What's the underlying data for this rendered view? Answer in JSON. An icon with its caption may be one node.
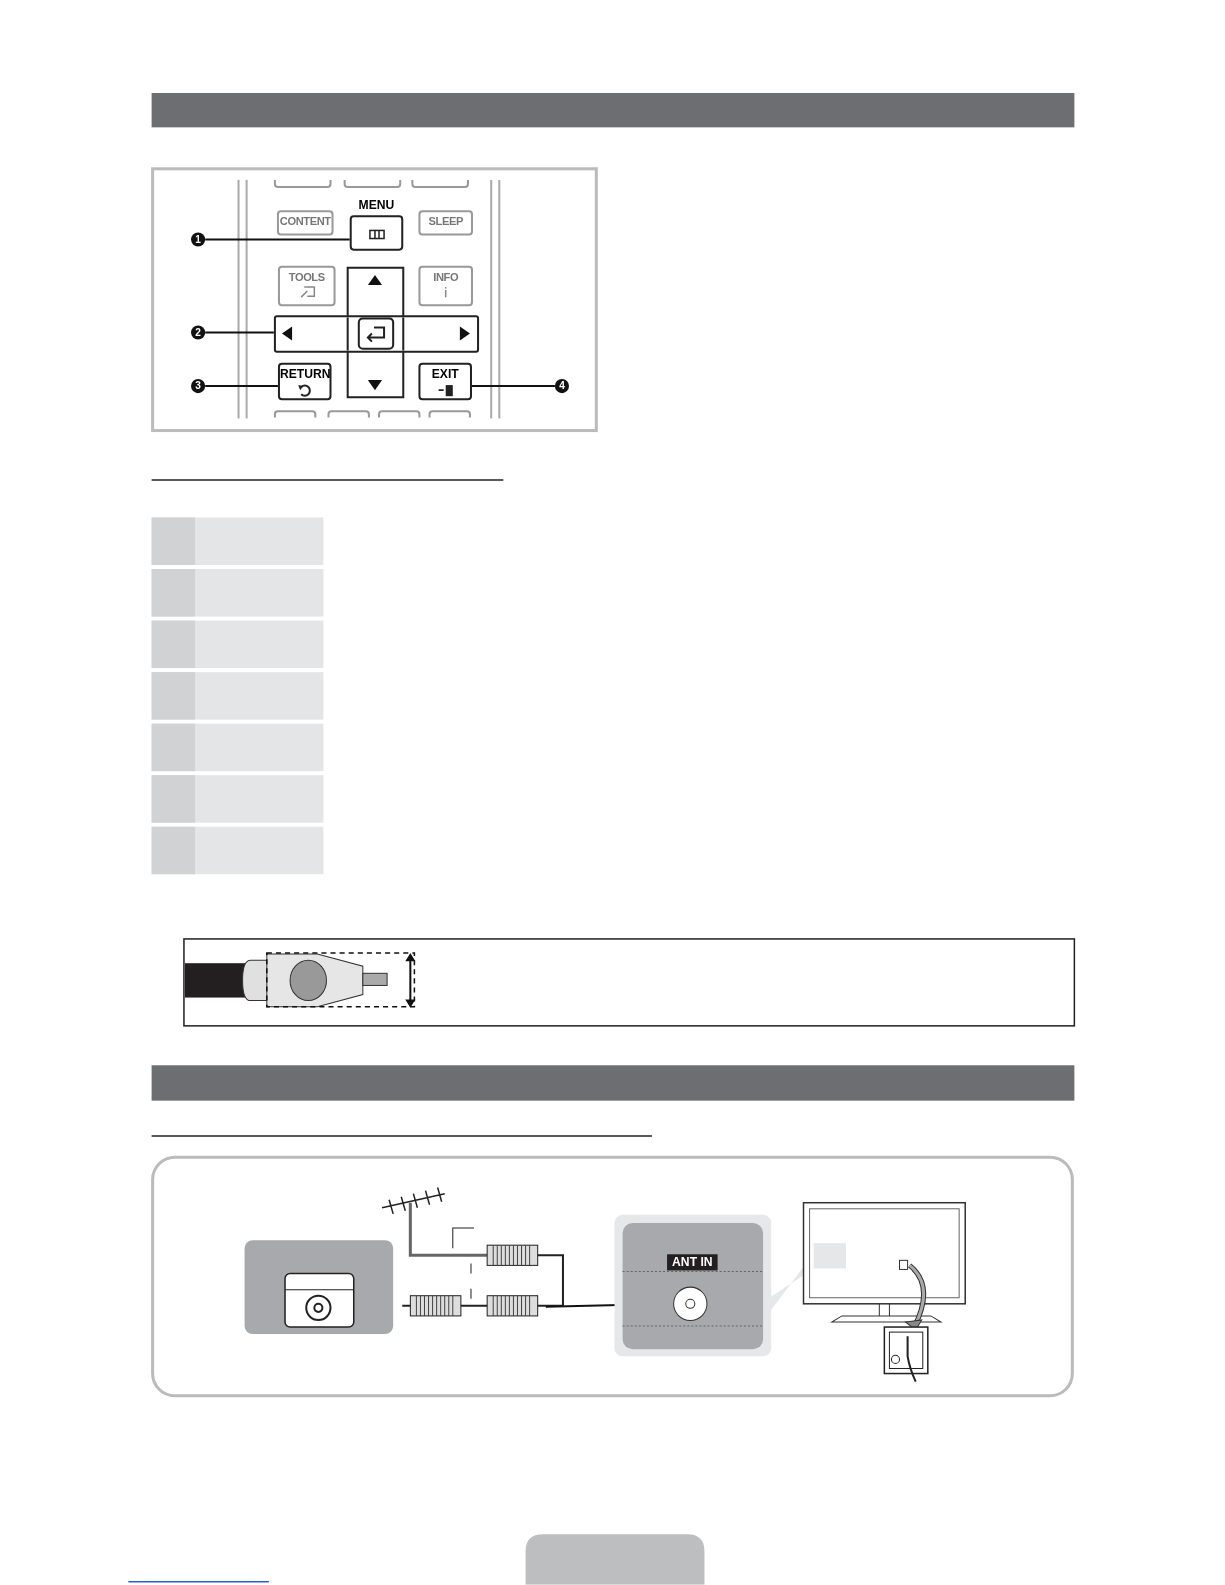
{
  "diagram": {
    "nodes": [
      {
        "text": [
          "1"
        ]
      },
      {
        "text": [
          "MENU"
        ]
      },
      {
        "text": [
          "CONTENT"
        ]
      },
      {
        "text": [
          "SLEEP"
        ]
      },
      {
        "text": [
          "TOOLS"
        ]
      },
      {
        "text": [
          "INFO"
        ]
      },
      {
        "text": [
          "2"
        ]
      },
      {
        "text": [],
        "shape": "box"
      },
      {
        "text": [
          "3"
        ]
      },
      {
        "text": [
          "RETURN"
        ]
      },
      {
        "text": [
          "EXIT"
        ]
      },
      {
        "text": [
          "4"
        ]
      },
      {
        "text": [
          "ANT IN"
        ]
      },
      {
        "text": [],
        "shape": "circle",
        "in": 12
      }
    ],
    "edges": [
      {
        "from": 0,
        "to": 1,
        "arrow": "none"
      },
      {
        "from": 6,
        "to": 7,
        "arrow": "none"
      },
      {
        "from": 8,
        "to": 9,
        "arrow": "none"
      },
      {
        "from": 11,
        "to": 10,
        "arrow": "none"
      },
      {
        "from": null,
        "to": 13,
        "arrow": "to"
      }
    ]
  }
}
